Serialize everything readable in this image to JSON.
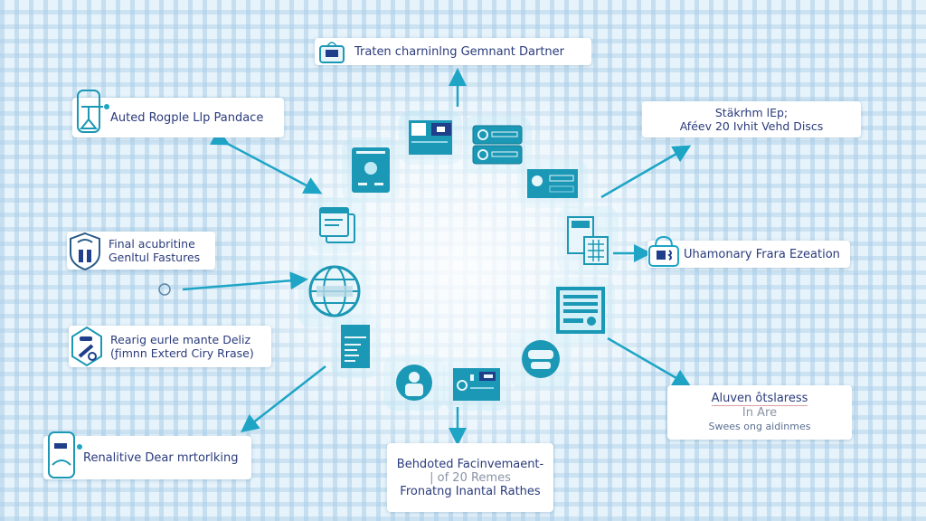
{
  "diagram": {
    "theme_colors": {
      "accent": "#1ea5c6",
      "node_fill": "#1b98b5",
      "text": "#2a3b7c",
      "background": "#e6f3fb"
    },
    "center_icons": [
      {
        "name": "tablet-icon"
      },
      {
        "name": "dashboard-icon"
      },
      {
        "name": "server-icon"
      },
      {
        "name": "cloud-panel-icon"
      },
      {
        "name": "documents-icon"
      },
      {
        "name": "calculator-sheet-icon"
      },
      {
        "name": "globe-icon"
      },
      {
        "name": "form-document-icon"
      },
      {
        "name": "report-icon"
      },
      {
        "name": "robot-icon"
      },
      {
        "name": "card-icon"
      },
      {
        "name": "user-badge-icon"
      }
    ],
    "labels": {
      "top": {
        "text": "Traten charninlng Gemnant Dartner",
        "icon": "printer-icon"
      },
      "top_left": {
        "text": "Auted Rogple Llp Pandace",
        "icon": "lab-stand-icon"
      },
      "top_right": {
        "line1": "Stäkrhm lEp;",
        "line2": "Aféev 20 Ivhit Vehd Discs"
      },
      "mid_left": {
        "line1": "Final acubritine",
        "line2": "Genltul Fastures",
        "icon": "shield-icon"
      },
      "mid_right": {
        "text": "Uhamonary Frara Ezeation",
        "icon": "lock-icon"
      },
      "lower_left": {
        "line1": "Rearig eurle mante Deliz",
        "line2": "(ƒimnn Exterd Ciry Rrase)",
        "icon": "hexagon-tool-icon"
      },
      "bottom_left": {
        "text": "Renalitive Dear mrtorlking",
        "icon": "monitor-icon"
      },
      "bottom": {
        "line1": "Behdoted Facinvemaent-",
        "line2": "| of 20 Remes",
        "line3": "Fronatng Inantal Rathes"
      },
      "bottom_right": {
        "line1": "Aluven ôtslaress",
        "line2": "In Are",
        "line3": "Swees ong aidinmes"
      }
    }
  }
}
